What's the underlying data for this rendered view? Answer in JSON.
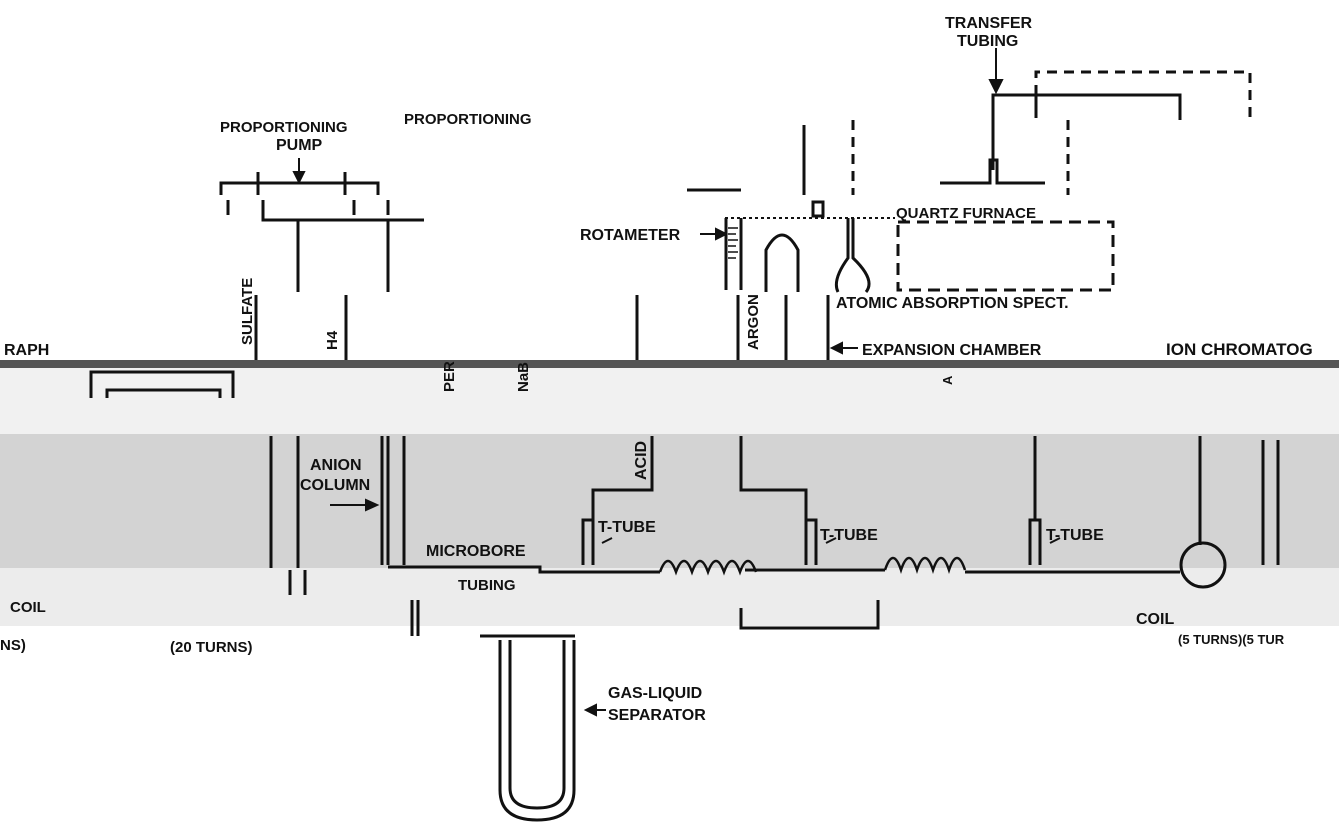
{
  "labels": {
    "transfer_tubing_line1": "TRANSFER",
    "transfer_tubing_line2": "TUBING",
    "proportioning_pump_left": "PROPORTIONING",
    "proportioning_pump_left_2": "PUMP",
    "proportioning_pump_right": "PROPORTIONING",
    "quartz_furnace": "QUARTZ FURNACE",
    "rotameter": "ROTAMETER",
    "atomic_absorption": "ATOMIC ABSORPTION SPECT.",
    "graph": "RAPH",
    "expansion_chamber": "EXPANSION CHAMBER",
    "ion_chromatog": "ION CHROMATOG",
    "anion_column_1": "ANION",
    "anion_column_2": "COLUMN",
    "microbore": "MICROBORE",
    "tubing": "TUBING",
    "t_tube_1": "T-TUBE",
    "t_tube_2": "T-TUBE",
    "t_tube_3": "T-TUBE",
    "coil_left": "COIL",
    "coil_right": "COIL",
    "turns_left": "NS)",
    "turns_20": "(20 TURNS)",
    "turns_right": "(5 TURNS)(5 TUR",
    "gas_liquid_1": "GAS-LIQUID",
    "gas_liquid_2": "SEPARATOR",
    "sulfate": "SULFATE",
    "acid": "ACID",
    "argon": "ARGON",
    "reagent_h4": "H4",
    "reagent_per": "PER",
    "reagent_nab": "NaB",
    "reagent_a": "A"
  },
  "colors": {
    "ink": "#111111",
    "band_dark": "#555555",
    "band_light": "#f1f1f1",
    "band_mid": "#d3d3d3",
    "band_low": "#ececec"
  }
}
